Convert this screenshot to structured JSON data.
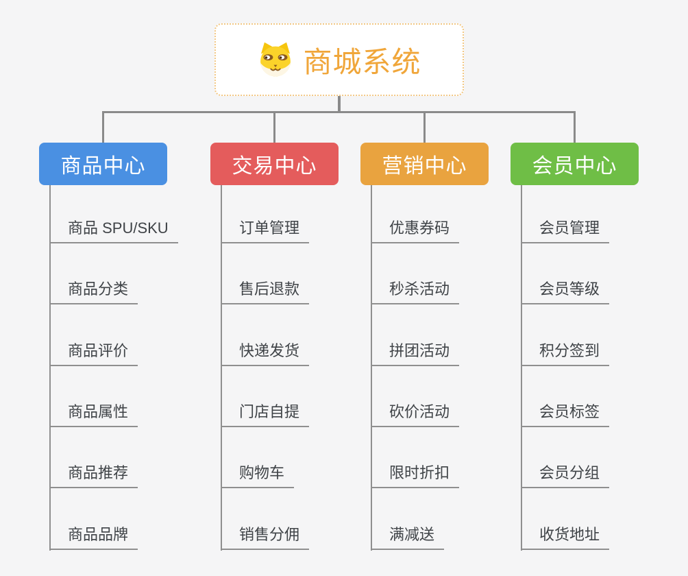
{
  "root": {
    "title": "商城系统",
    "icon": "dog-face-icon",
    "title_color": "#f0a63a",
    "border_color": "#f2c783"
  },
  "connector_color": "#8a8a8a",
  "background_color": "#f5f5f6",
  "branches": [
    {
      "label": "商品中心",
      "color": "#4a90e2",
      "items": [
        "商品 SPU/SKU",
        "商品分类",
        "商品评价",
        "商品属性",
        "商品推荐",
        "商品品牌"
      ]
    },
    {
      "label": "交易中心",
      "color": "#e45c5c",
      "items": [
        "订单管理",
        "售后退款",
        "快递发货",
        "门店自提",
        "购物车",
        "销售分佣"
      ]
    },
    {
      "label": "营销中心",
      "color": "#e9a33f",
      "items": [
        "优惠券码",
        "秒杀活动",
        "拼团活动",
        "砍价活动",
        "限时折扣",
        "满减送"
      ]
    },
    {
      "label": "会员中心",
      "color": "#6fbe46",
      "items": [
        "会员管理",
        "会员等级",
        "积分签到",
        "会员标签",
        "会员分组",
        "收货地址"
      ]
    }
  ]
}
